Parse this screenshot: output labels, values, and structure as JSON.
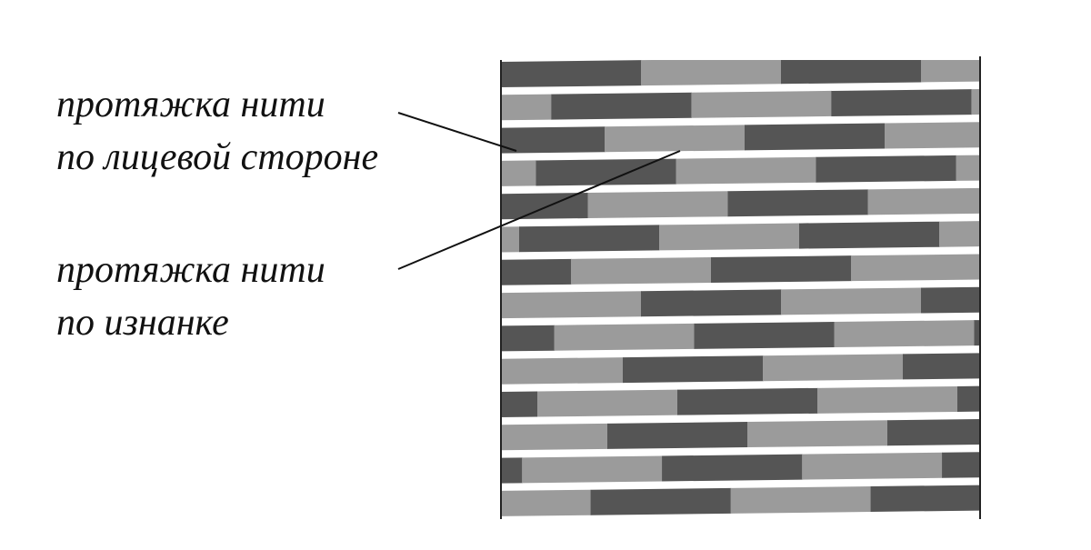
{
  "labels": {
    "face": {
      "line1": "протяжка нити",
      "line2": "по лицевой стороне"
    },
    "back": {
      "line1": "протяжка нити",
      "line2": "по изнанке"
    }
  },
  "weave": {
    "colors": {
      "dark": "#555555",
      "light": "#9b9b9b",
      "gap": "#ffffff",
      "border": "#222222",
      "leader": "#111111"
    },
    "row_count": 14,
    "floats": [
      {
        "offset": 0.0,
        "first": "dark"
      },
      {
        "offset": 0.64,
        "first": "light"
      },
      {
        "offset": 0.26,
        "first": "dark"
      },
      {
        "offset": 0.75,
        "first": "light"
      },
      {
        "offset": 0.38,
        "first": "dark"
      },
      {
        "offset": 0.87,
        "first": "light"
      },
      {
        "offset": 0.5,
        "first": "dark"
      },
      {
        "offset": 0.0,
        "first": "light"
      },
      {
        "offset": 0.62,
        "first": "dark"
      },
      {
        "offset": 0.13,
        "first": "light"
      },
      {
        "offset": 0.74,
        "first": "dark"
      },
      {
        "offset": 0.24,
        "first": "light"
      },
      {
        "offset": 0.85,
        "first": "dark"
      },
      {
        "offset": 0.36,
        "first": "light"
      }
    ]
  }
}
